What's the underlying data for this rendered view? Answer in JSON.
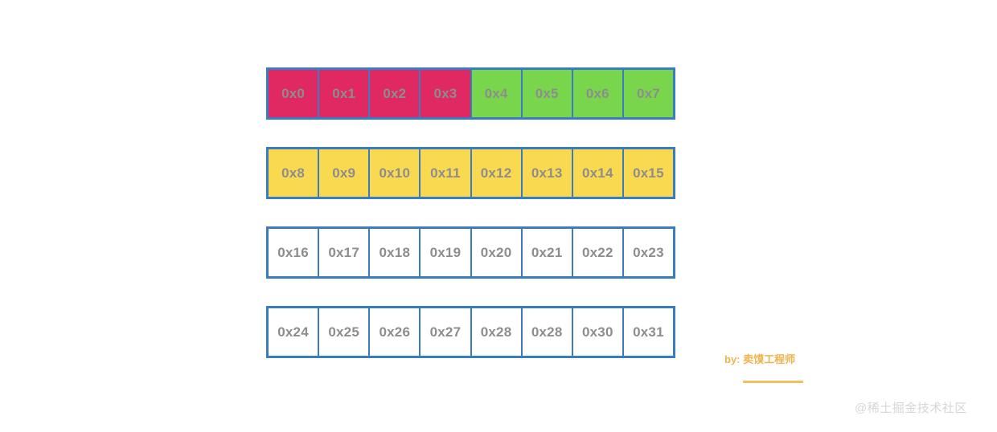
{
  "diagram": {
    "title": "memory-address-grid",
    "colors": {
      "border": "#3a7cc4",
      "pink": "#e02862",
      "green": "#79d64c",
      "yellow": "#f9d94f",
      "white": "#ffffff",
      "cell_text": "#8d8d8d",
      "signature": "#efb34c",
      "rule": "#f4bd62",
      "watermark": "#d6d6d6"
    },
    "rows": [
      {
        "index": 0,
        "cells": [
          {
            "label": "0x0",
            "fill": "pink"
          },
          {
            "label": "0x1",
            "fill": "pink"
          },
          {
            "label": "0x2",
            "fill": "pink"
          },
          {
            "label": "0x3",
            "fill": "pink"
          },
          {
            "label": "0x4",
            "fill": "green"
          },
          {
            "label": "0x5",
            "fill": "green"
          },
          {
            "label": "0x6",
            "fill": "green"
          },
          {
            "label": "0x7",
            "fill": "green"
          }
        ]
      },
      {
        "index": 1,
        "cells": [
          {
            "label": "0x8",
            "fill": "yellow"
          },
          {
            "label": "0x9",
            "fill": "yellow"
          },
          {
            "label": "0x10",
            "fill": "yellow"
          },
          {
            "label": "0x11",
            "fill": "yellow"
          },
          {
            "label": "0x12",
            "fill": "yellow"
          },
          {
            "label": "0x13",
            "fill": "yellow"
          },
          {
            "label": "0x14",
            "fill": "yellow"
          },
          {
            "label": "0x15",
            "fill": "yellow"
          }
        ]
      },
      {
        "index": 2,
        "cells": [
          {
            "label": "0x16",
            "fill": "white"
          },
          {
            "label": "0x17",
            "fill": "white"
          },
          {
            "label": "0x18",
            "fill": "white"
          },
          {
            "label": "0x19",
            "fill": "white"
          },
          {
            "label": "0x20",
            "fill": "white"
          },
          {
            "label": "0x21",
            "fill": "white"
          },
          {
            "label": "0x22",
            "fill": "white"
          },
          {
            "label": "0x23",
            "fill": "white"
          }
        ]
      },
      {
        "index": 3,
        "cells": [
          {
            "label": "0x24",
            "fill": "white"
          },
          {
            "label": "0x25",
            "fill": "white"
          },
          {
            "label": "0x26",
            "fill": "white"
          },
          {
            "label": "0x27",
            "fill": "white"
          },
          {
            "label": "0x28",
            "fill": "white"
          },
          {
            "label": "0x28",
            "fill": "white"
          },
          {
            "label": "0x30",
            "fill": "white"
          },
          {
            "label": "0x31",
            "fill": "white"
          }
        ]
      }
    ]
  },
  "signature": {
    "text": "by: 卖馍工程师"
  },
  "watermark": {
    "text": "@稀土掘金技术社区"
  }
}
